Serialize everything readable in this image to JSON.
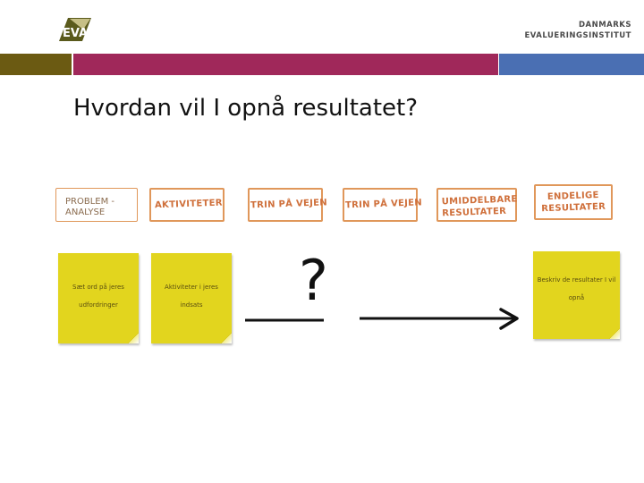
{
  "header": {
    "logo_text": "EVA",
    "institute_line1": "DANMARKS",
    "institute_line2": "EVALUERINGSINSTITUT",
    "colors": {
      "olive": "#6b5a12",
      "plum": "#a0285a",
      "blue": "#4a6fb3"
    }
  },
  "title": "Hvordan vil I opnå resultatet?",
  "columns": {
    "problem": "PROBLEM - ANALYSE",
    "activities": "AKTIVITETER",
    "step1": "TRIN PÅ VEJEN",
    "step2": "TRIN PÅ VEJEN",
    "immediate_line1": "UMIDDELBARE",
    "immediate_line2": "RESULTATER",
    "final_line1": "ENDELIGE",
    "final_line2": "RESULTATER"
  },
  "notes": {
    "note1": "Sæt ord på jeres udfordringer",
    "note2": "Aktiviteter i jeres indsats",
    "note3": "Beskriv de resultater I vil opnå"
  },
  "question_mark": "?",
  "note_color": "#e2d51e",
  "accent_color": "#e0975a"
}
